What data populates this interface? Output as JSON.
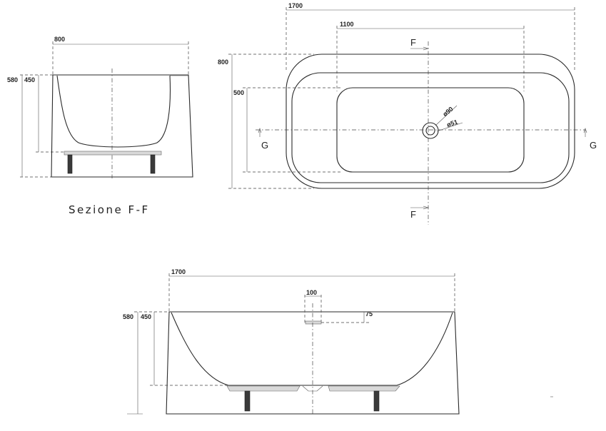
{
  "side_section": {
    "width_label": "800",
    "height_outer_label": "580",
    "height_inner_label": "450",
    "title": "Sezione F-F"
  },
  "plan_view": {
    "length_label": "1700",
    "inner_length_label": "1100",
    "width_label": "800",
    "inner_width_label": "500",
    "drain_outer_label": "ø90",
    "drain_inner_label": "ø51",
    "cut_f_top": "F",
    "cut_f_bottom": "F",
    "cut_g_left": "G",
    "cut_g_right": "G"
  },
  "front_section": {
    "length_label": "1700",
    "height_outer_label": "580",
    "height_inner_label": "450",
    "overflow_width_label": "100",
    "overflow_height_label": "75"
  }
}
